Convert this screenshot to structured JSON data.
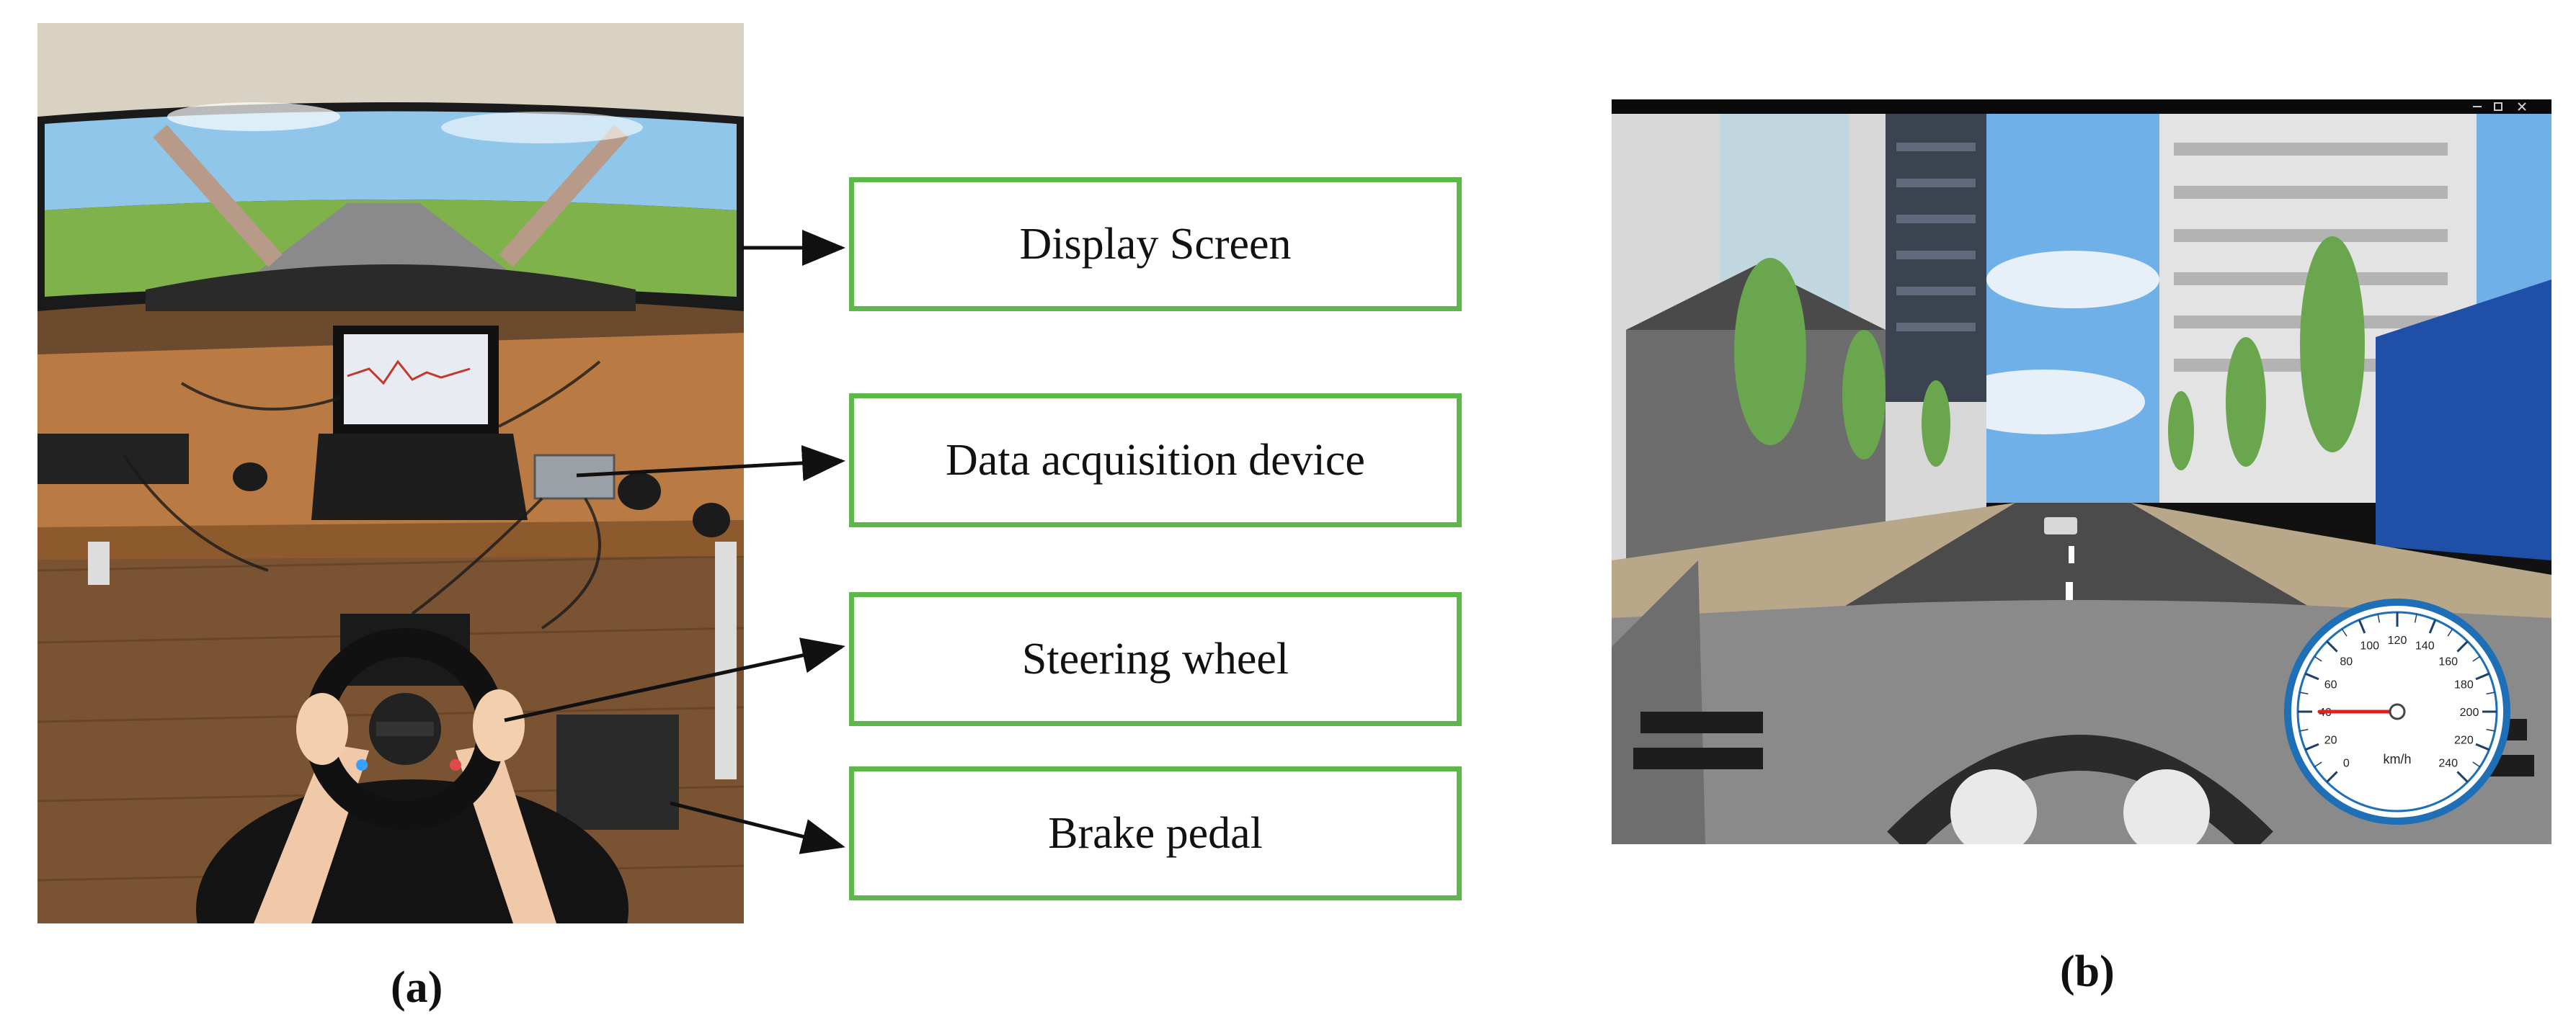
{
  "labels": {
    "display_screen": "Display Screen",
    "data_acquisition": "Data acquisition device",
    "steering_wheel": "Steering wheel",
    "brake_pedal": "Brake pedal"
  },
  "captions": {
    "a": "(a)",
    "b": "(b)"
  },
  "speedometer": {
    "unit": "km/h",
    "ticks": [
      "0",
      "20",
      "40",
      "60",
      "80",
      "100",
      "120",
      "140",
      "160",
      "180",
      "200",
      "220",
      "240"
    ],
    "reading_kmh": 40
  },
  "colors": {
    "box_border": "#5db84a",
    "arrow": "#111111",
    "needle": "#e02020"
  }
}
